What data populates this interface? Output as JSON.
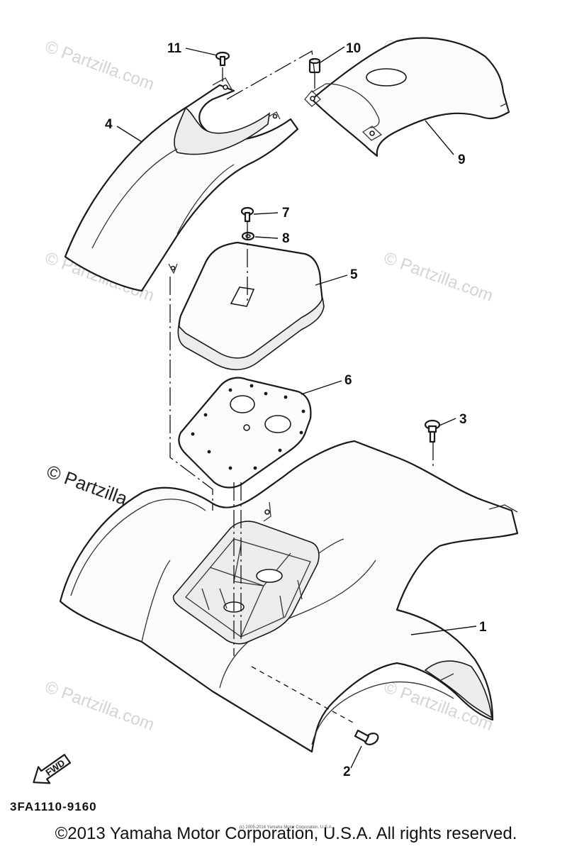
{
  "diagram": {
    "parts": [
      {
        "id": "1",
        "label": "1"
      },
      {
        "id": "2",
        "label": "2"
      },
      {
        "id": "3",
        "label": "3"
      },
      {
        "id": "4",
        "label": "4"
      },
      {
        "id": "5",
        "label": "5"
      },
      {
        "id": "6",
        "label": "6"
      },
      {
        "id": "7",
        "label": "7"
      },
      {
        "id": "8",
        "label": "8"
      },
      {
        "id": "9",
        "label": "9"
      },
      {
        "id": "10",
        "label": "10"
      },
      {
        "id": "11",
        "label": "11"
      }
    ],
    "fwd_label": "FWD",
    "part_code": "3FA1110-9160"
  },
  "watermark": {
    "text": "© Partzilla.com",
    "main_text": "© Partzilla.com"
  },
  "footer": {
    "copyright": "©2013 Yamaha Motor Corporation, U.S.A. All rights reserved.",
    "small_print": "(c) 2005-2016 Yamaha Motor Corporation, U.S.A."
  },
  "colors": {
    "line": "#1a1a1a",
    "background": "#ffffff",
    "watermark": "#d4d4d4"
  }
}
